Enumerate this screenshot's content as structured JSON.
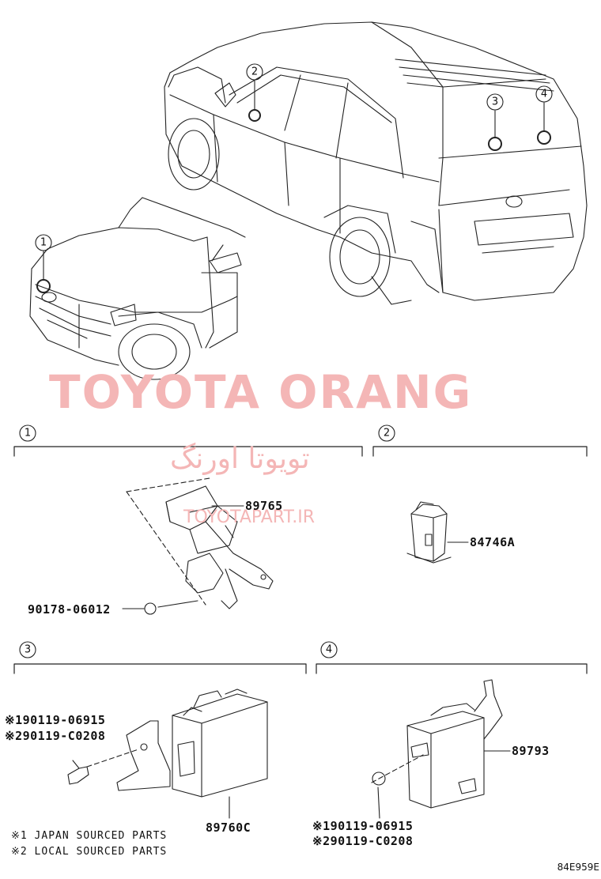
{
  "watermarks": {
    "brand": "TOYOTA ORANG",
    "brand_fa": "تویوتا اورنگ",
    "site": "TOYOTAPART.IR"
  },
  "callouts": [
    "1",
    "2",
    "3",
    "4"
  ],
  "sections": {
    "s1": {
      "number": "1",
      "parts": [
        "89765",
        "90178-06012"
      ]
    },
    "s2": {
      "number": "2",
      "parts": [
        "84746A"
      ]
    },
    "s3": {
      "number": "3",
      "parts": [
        "※190119-06915",
        "※290119-C0208",
        "89760C"
      ]
    },
    "s4": {
      "number": "4",
      "parts": [
        "89793",
        "※190119-06915",
        "※290119-C0208"
      ]
    }
  },
  "notes": [
    "※1 JAPAN SOURCED PARTS",
    "※2 LOCAL SOURCED PARTS"
  ],
  "figure_code": "84E959E"
}
